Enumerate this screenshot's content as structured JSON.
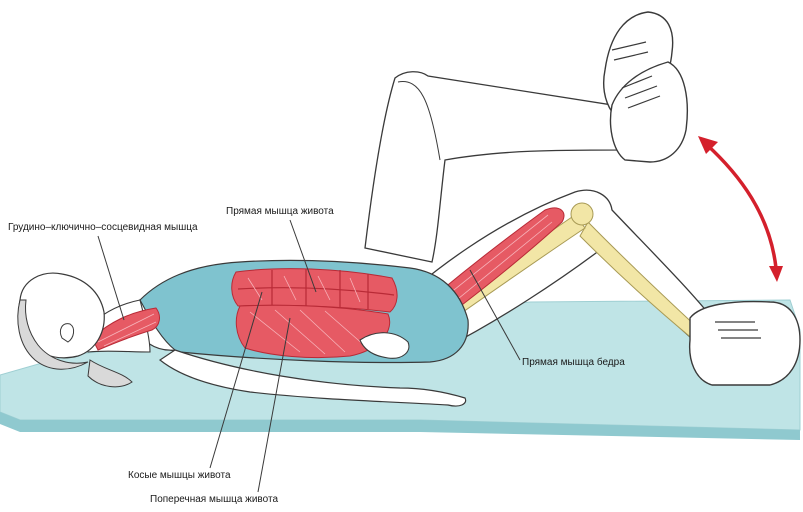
{
  "labels": {
    "sternocleidomastoid": "Грудино–ключично–сосцевидная мышца",
    "rectus_abdominis": "Прямая мышца живота",
    "rectus_femoris": "Прямая мышца бедра",
    "obliques": "Косые мышцы живота",
    "transverse_abdominis": "Поперечная мышца живота"
  },
  "colors": {
    "muscle": "#e65a64",
    "muscle_shade": "#d83a4a",
    "muscle_fiber": "#f7b3ba",
    "leotard": "#7fc3cf",
    "mat": "#bfe4e6",
    "bone": "#f2e6a6",
    "arrow": "#d4202c",
    "outline": "#3a3a3a",
    "skin": "#ffffff"
  },
  "icons": {
    "motion_arrow": "double-headed-curved-arrow"
  }
}
